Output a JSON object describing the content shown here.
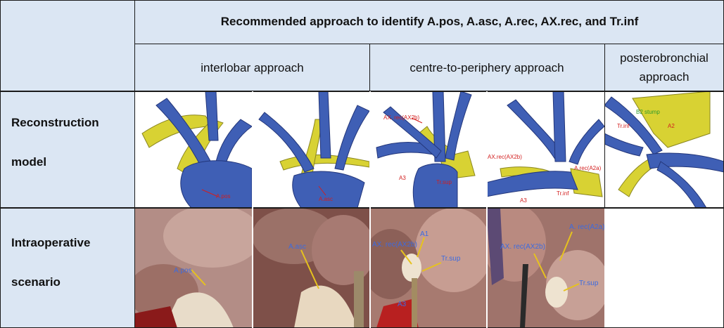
{
  "table": {
    "title": "Recommended approach to identify A.pos, A.asc, A.rec, AX.rec, and Tr.inf",
    "approaches": {
      "interlobar": "interlobar approach",
      "centre": "centre-to-periphery approach",
      "posterobronchial": [
        "posterobronchial",
        "approach"
      ]
    },
    "rows": {
      "reconstruction": [
        "Reconstruction",
        "model"
      ],
      "intraoperative": [
        "Intraoperative",
        "scenario"
      ]
    }
  },
  "model_labels": {
    "m1": [
      "A.pos"
    ],
    "m2": [
      "A.asc"
    ],
    "m3": [
      "AX. rec(AX2b)",
      "A3",
      "Tr.sup"
    ],
    "m4": [
      "AX.rec(AX2b)",
      "A.rec(A2a)",
      "A3",
      "Tr.inf"
    ],
    "m5": [
      "Tr.inf",
      "A2",
      "B2 stump"
    ]
  },
  "photo_labels": {
    "p1": [
      "A.pos"
    ],
    "p2": [
      "A.asc"
    ],
    "p3": [
      "A1",
      "AX. rec(AX2b)",
      "Tr.sup",
      "A3"
    ],
    "p4": [
      "AX. rec(AX2b)",
      "A. rec(A2a)",
      "Tr.sup"
    ]
  }
}
